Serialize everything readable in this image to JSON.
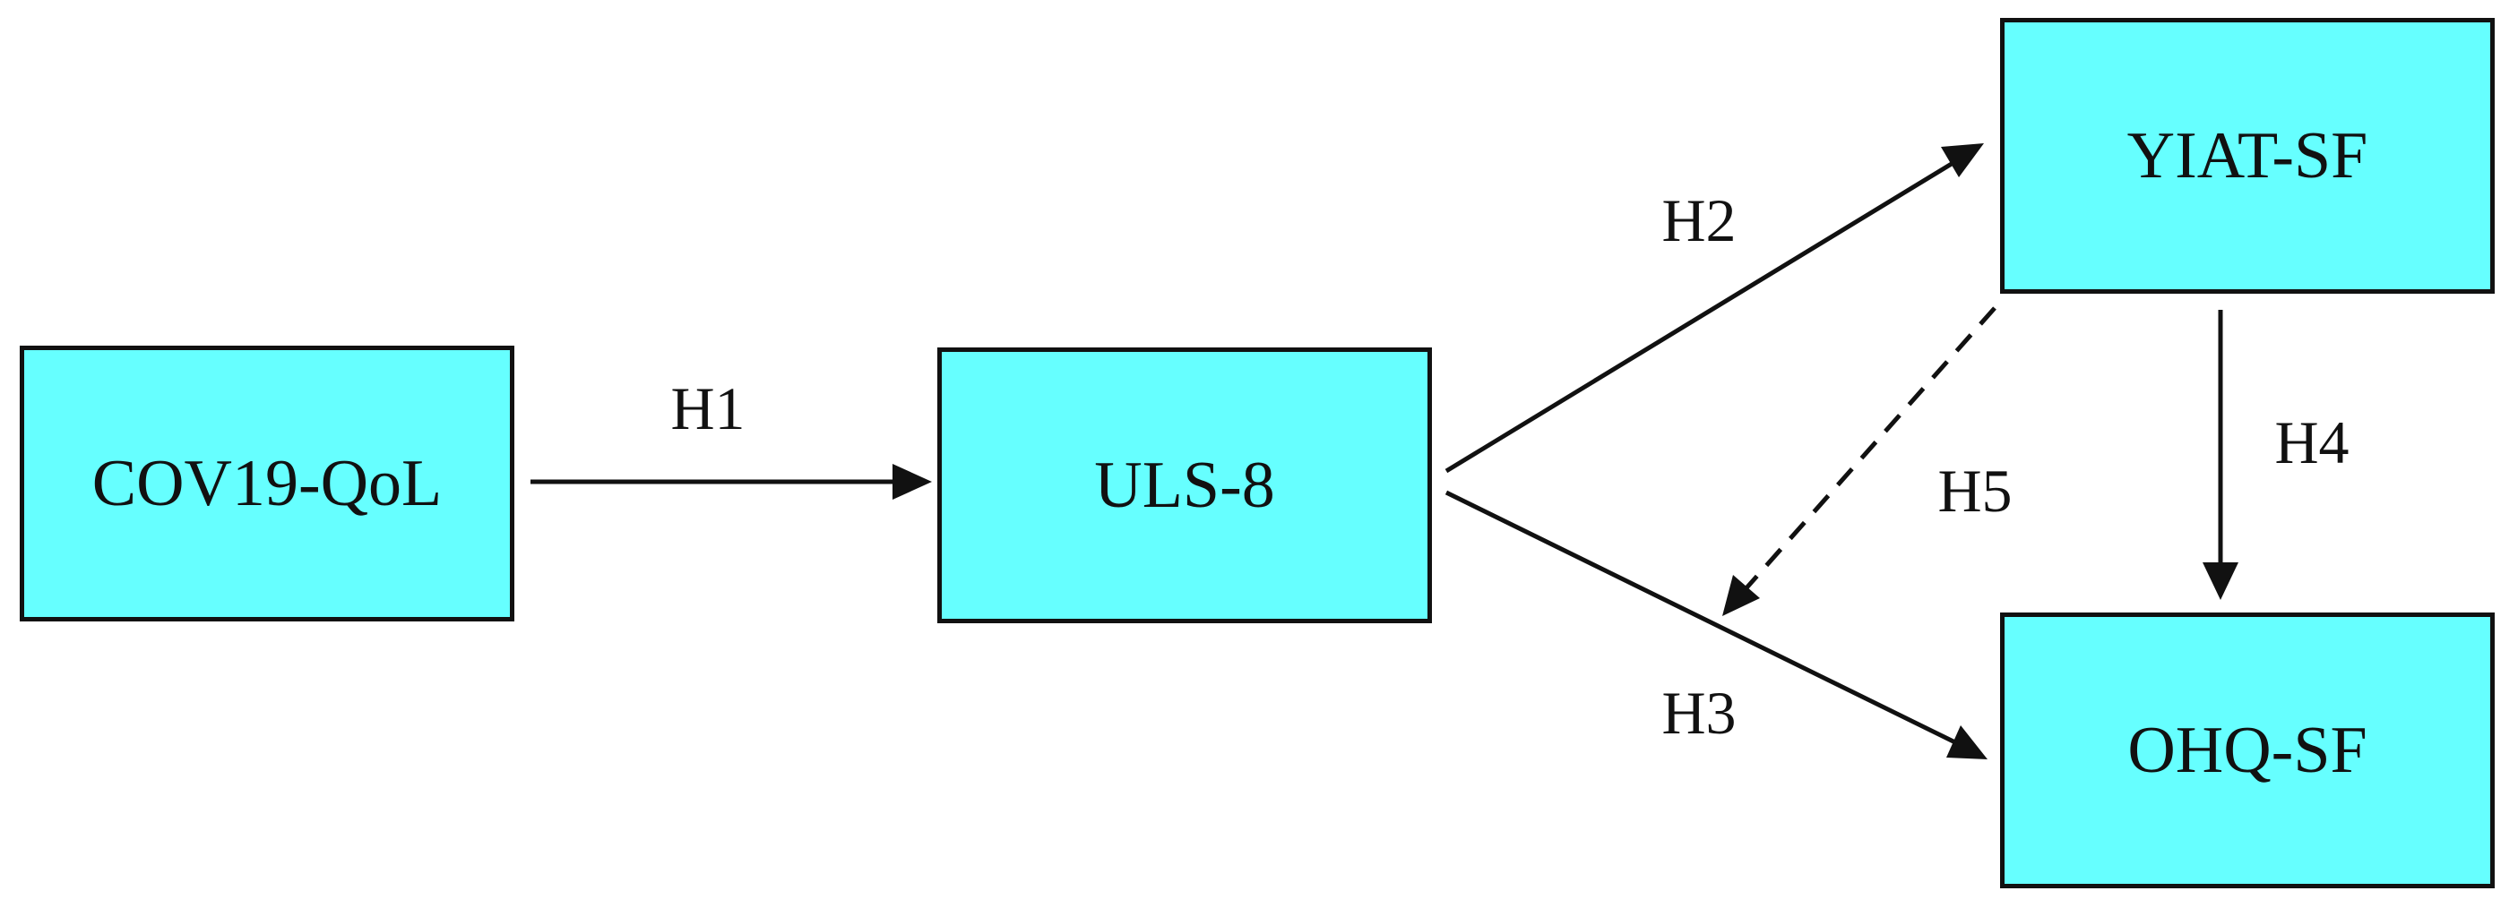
{
  "nodes": {
    "cov19": {
      "label": "COV19-QoL"
    },
    "uls8": {
      "label": "ULS-8"
    },
    "yiat": {
      "label": "YIAT-SF"
    },
    "ohq": {
      "label": "OHQ-SF"
    }
  },
  "edges": {
    "h1": {
      "label": "H1",
      "from": "COV19-QoL",
      "to": "ULS-8",
      "style": "solid"
    },
    "h2": {
      "label": "H2",
      "from": "ULS-8",
      "to": "YIAT-SF",
      "style": "solid"
    },
    "h3": {
      "label": "H3",
      "from": "ULS-8",
      "to": "OHQ-SF",
      "style": "solid"
    },
    "h4": {
      "label": "H4",
      "from": "YIAT-SF",
      "to": "OHQ-SF",
      "style": "solid"
    },
    "h5": {
      "label": "H5",
      "from": "YIAT-SF",
      "to": "H3 path",
      "style": "dashed"
    }
  },
  "colors": {
    "box_fill": "#66ffff",
    "stroke": "#111111"
  }
}
